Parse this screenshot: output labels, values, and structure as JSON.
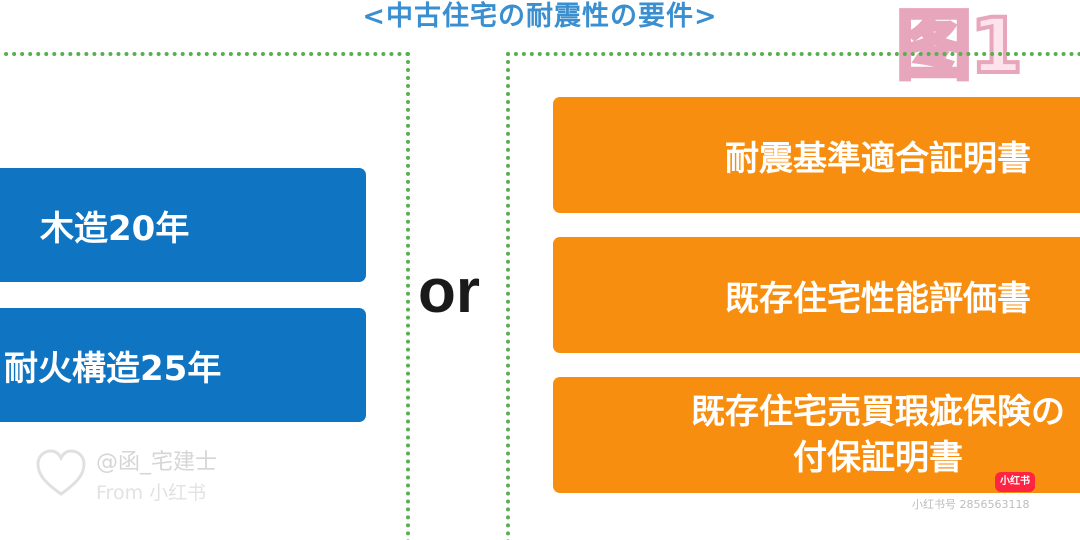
{
  "header": {
    "title": "<中古住宅の耐震性の要件>",
    "stamp_label": "图1"
  },
  "left_group": {
    "items": [
      {
        "label": "木造20年"
      },
      {
        "label": "耐火構造25年"
      }
    ]
  },
  "connector": {
    "label": "or"
  },
  "right_group": {
    "items": [
      {
        "lines": [
          "耐震基準適合証明書"
        ]
      },
      {
        "lines": [
          "既存住宅性能評価書"
        ]
      },
      {
        "lines": [
          "既存住宅売買瑕疵保険の",
          "付保証明書"
        ]
      }
    ]
  },
  "watermark": {
    "handle": "@函_宅建士",
    "source": "From 小红书"
  },
  "platform": {
    "badge": "小红书",
    "id_text": "小红书号 2856563118"
  },
  "colors": {
    "title": "#3a8fd0",
    "blue_box": "#0f74c2",
    "orange_box": "#f78e0f",
    "dotted_border": "#57b04f",
    "stamp": "#e7a6bb"
  }
}
